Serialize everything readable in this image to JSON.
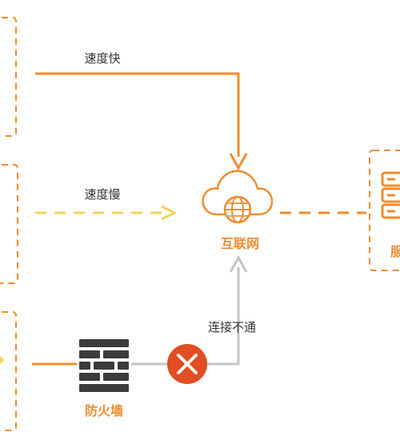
{
  "labels": {
    "fast": "速度快",
    "slow": "速度慢",
    "blocked": "连接不通",
    "internet": "互联网",
    "firewall": "防火墙",
    "server_partial": "服"
  },
  "colors": {
    "orange": "#f08c2e",
    "yellow_dashed": "#f5d35a",
    "gray_line": "#c4c4c4",
    "firewall_dark": "#3b3b3b",
    "blocked_red": "#e04e22",
    "text_dark": "#333333"
  },
  "icons": {
    "cloud": "cloud-globe-icon",
    "firewall": "firewall-brick-icon",
    "blocked": "x-circle-icon",
    "server": "server-rack-icon"
  }
}
